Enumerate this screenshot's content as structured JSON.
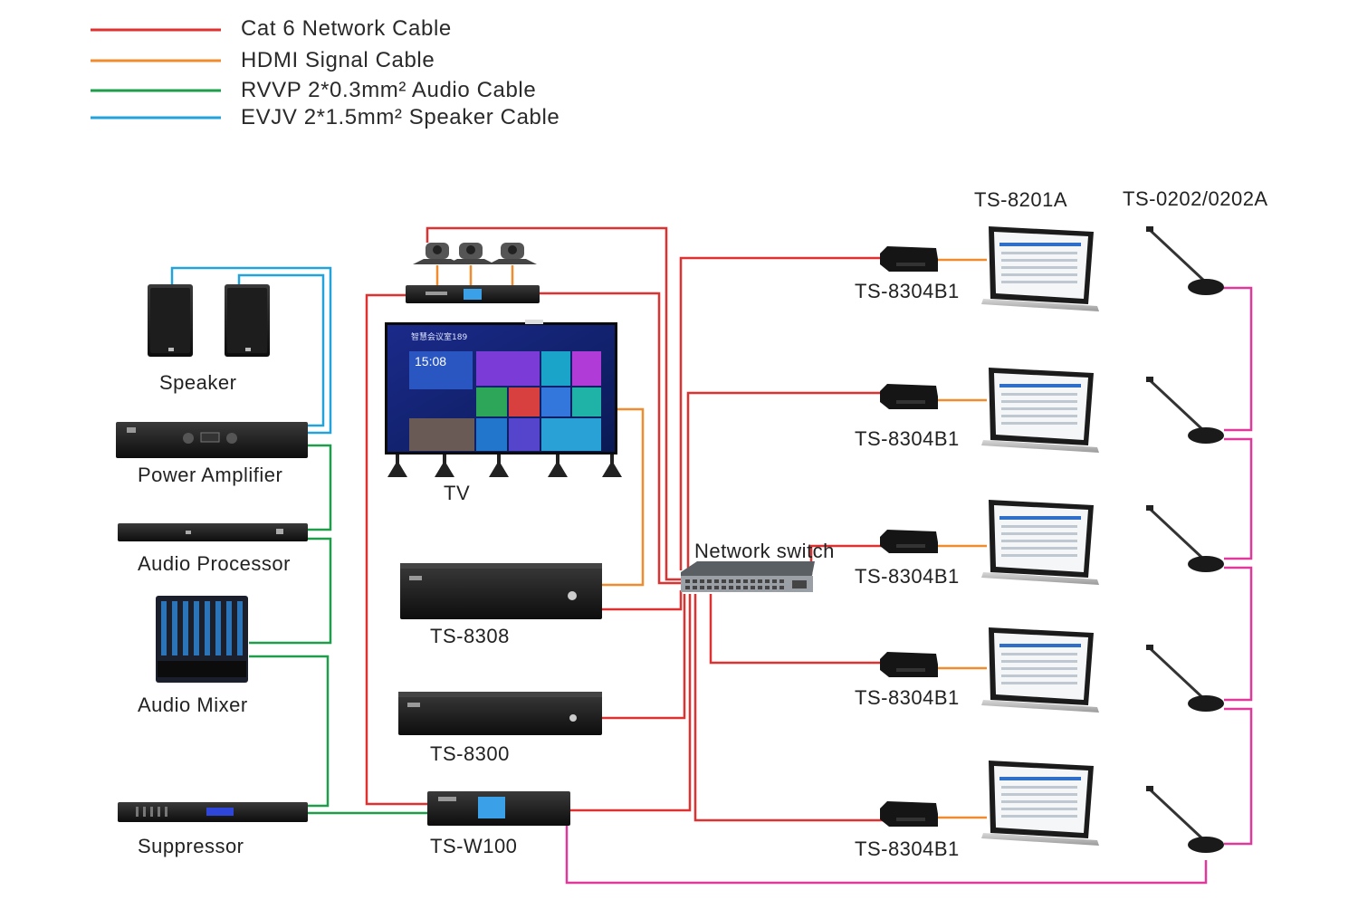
{
  "legend": [
    {
      "label": "Cat 6 Network Cable",
      "color": "#e03131"
    },
    {
      "label": "HDMI Signal Cable",
      "color": "#f08c2e"
    },
    {
      "label": "RVVP 2*0.3mm² Audio Cable",
      "color": "#1e9e4a"
    },
    {
      "label": "EVJV 2*1.5mm² Speaker Cable",
      "color": "#23a3dc"
    }
  ],
  "link_color": "#e0399b",
  "devices": {
    "speaker": "Speaker",
    "power_amplifier": "Power Amplifier",
    "audio_processor": "Audio Processor",
    "audio_mixer": "Audio Mixer",
    "suppressor": "Suppressor",
    "tv": "TV",
    "ts8308": "TS-8308",
    "ts8300": "TS-8300",
    "tsw100": "TS-W100",
    "network_switch": "Network switch",
    "ts8201a": "TS-8201A",
    "ts0202": "TS-0202/0202A",
    "ts8304b1": "TS-8304B1"
  },
  "tv_screen": {
    "title": "智慧会议室189",
    "clock": "15:08"
  }
}
